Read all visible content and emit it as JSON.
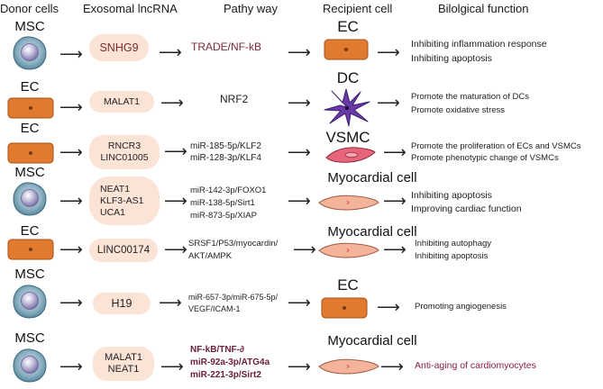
{
  "headers": {
    "donor": "Donor cells",
    "lncrna": "Exosomal lncRNA",
    "pathway": "Pathy way",
    "recipient": "Recipient cell",
    "function": "Bilolgical function"
  },
  "rows": [
    {
      "donor": "MSC",
      "lncrna": [
        "SNHG9"
      ],
      "pathway": [
        "TRADE/NF-kB"
      ],
      "recipient": "EC",
      "functions": [
        "Inhibiting inflammation response",
        "Inhibiting apoptosis"
      ]
    },
    {
      "donor": "EC",
      "lncrna": [
        "MALAT1"
      ],
      "pathway": [
        "NRF2"
      ],
      "recipient": "DC",
      "functions": [
        "Promote the maturation of DCs",
        "Promote oxidative stress"
      ]
    },
    {
      "donor": "EC",
      "lncrna": [
        "RNCR3",
        "LINC01005"
      ],
      "pathway": [
        "miR-185-5p/KLF2",
        "miR-128-3p/KLF4"
      ],
      "recipient": "VSMC",
      "functions": [
        "Promote the proliferation of ECs and VSMCs",
        "Promote phenotypic change of VSMCs"
      ]
    },
    {
      "donor": "MSC",
      "lncrna": [
        "NEAT1",
        "KLF3-AS1",
        "UCA1"
      ],
      "pathway": [
        "miR-142-3p/FOXO1",
        "miR-138-5p/Sirt1",
        "miR-873-5p/XIAP"
      ],
      "recipient": "Myocardial cell",
      "functions": [
        "Inhibiting apoptosis",
        "Improving cardiac function"
      ]
    },
    {
      "donor": "EC",
      "lncrna": [
        "LINC00174"
      ],
      "pathway": [
        "SRSF1/P53/myocardin/",
        "AKT/AMPK"
      ],
      "recipient": "Myocardial cell",
      "functions": [
        "Inhibiting autophagy",
        "Inhibiting apoptosis"
      ]
    },
    {
      "donor": "MSC",
      "lncrna": [
        "H19"
      ],
      "pathway": [
        "miR-657-3p/miR-675-5p/",
        "VEGF/ICAM-1"
      ],
      "recipient": "EC",
      "functions": [
        "Promoting angiogenesis"
      ]
    },
    {
      "donor": "MSC",
      "lncrna": [
        "MALAT1",
        "NEAT1"
      ],
      "pathway": [
        "NF-kB/TNF-∂",
        "miR-92a-3p/ATG4a",
        "miR-221-3p/Sirt2"
      ],
      "recipient": "Myocardial cell",
      "functions": [
        "Anti-aging of cardiomyocytes"
      ]
    }
  ],
  "arrow_glyph": "⟶",
  "colors": {
    "pill": "#fbe3d6",
    "ec_cell": "#e07a2e",
    "msc_cell": "#6f9db1",
    "dc_cell": "#6a3aa8",
    "vsmc_cell": "#e8647a",
    "myocyte": "#f5b39a",
    "accent_text": "#6b1d3a"
  }
}
